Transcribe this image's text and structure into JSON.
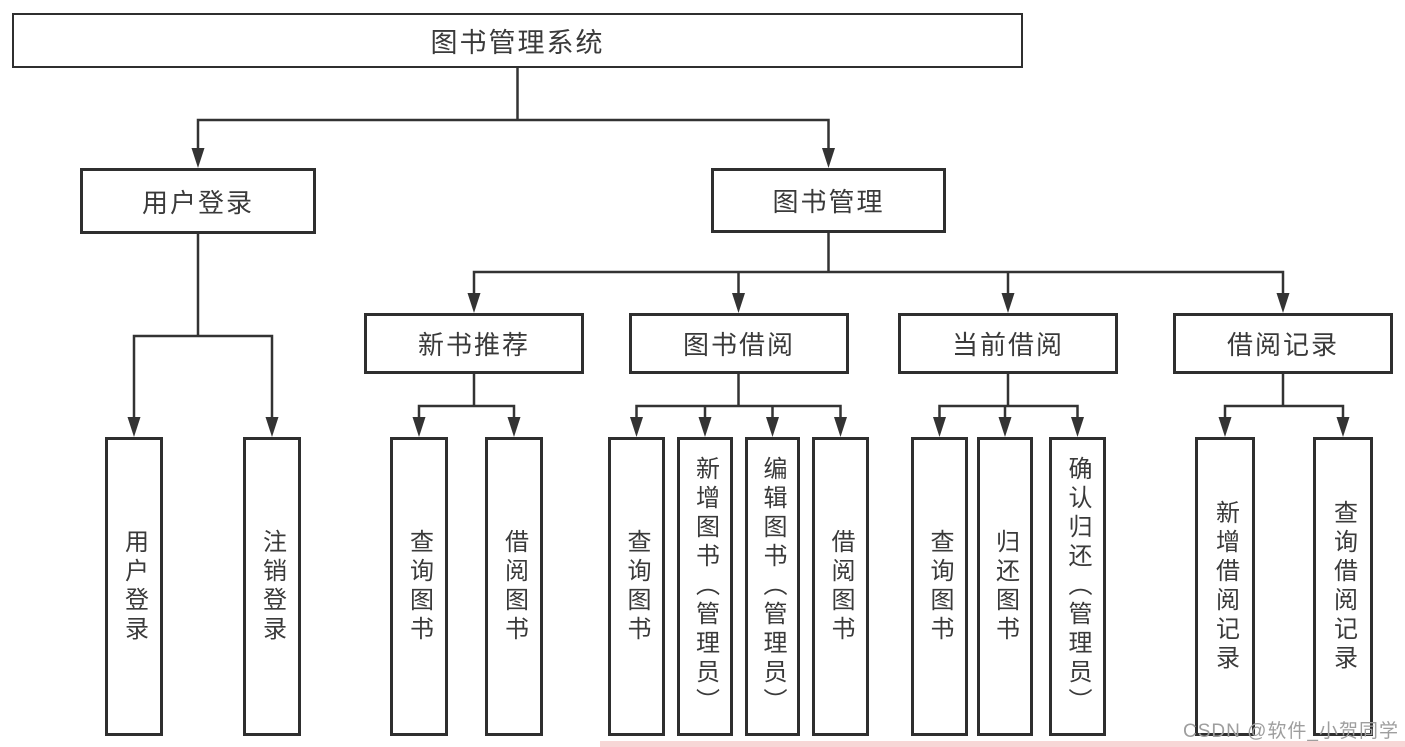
{
  "tree": {
    "root": {
      "label": "图书管理系统"
    },
    "branches": [
      {
        "label": "用户登录",
        "leaves": [
          {
            "label": "用户登录"
          },
          {
            "label": "注销登录"
          }
        ]
      },
      {
        "label": "图书管理",
        "groups": [
          {
            "label": "新书推荐",
            "leaves": [
              {
                "label": "查询图书"
              },
              {
                "label": "借阅图书"
              }
            ]
          },
          {
            "label": "图书借阅",
            "leaves": [
              {
                "label": "查询图书"
              },
              {
                "label": "新增图书（管理员）"
              },
              {
                "label": "编辑图书（管理员）"
              },
              {
                "label": "借阅图书"
              }
            ]
          },
          {
            "label": "当前借阅",
            "leaves": [
              {
                "label": "查询图书"
              },
              {
                "label": "归还图书"
              },
              {
                "label": "确认归还（管理员）"
              }
            ]
          },
          {
            "label": "借阅记录",
            "leaves": [
              {
                "label": "新增借阅记录"
              },
              {
                "label": "查询借阅记录"
              }
            ]
          }
        ]
      }
    ]
  },
  "watermark": {
    "text": "CSDN @软件_小贺同学"
  },
  "colors": {
    "line": "#333333",
    "box_border": "#2f2f2f",
    "text": "#3a3a3a",
    "watermark_text": "#9e9e9e",
    "bottom_strip": "#f7d6d6",
    "background": "#ffffff"
  }
}
